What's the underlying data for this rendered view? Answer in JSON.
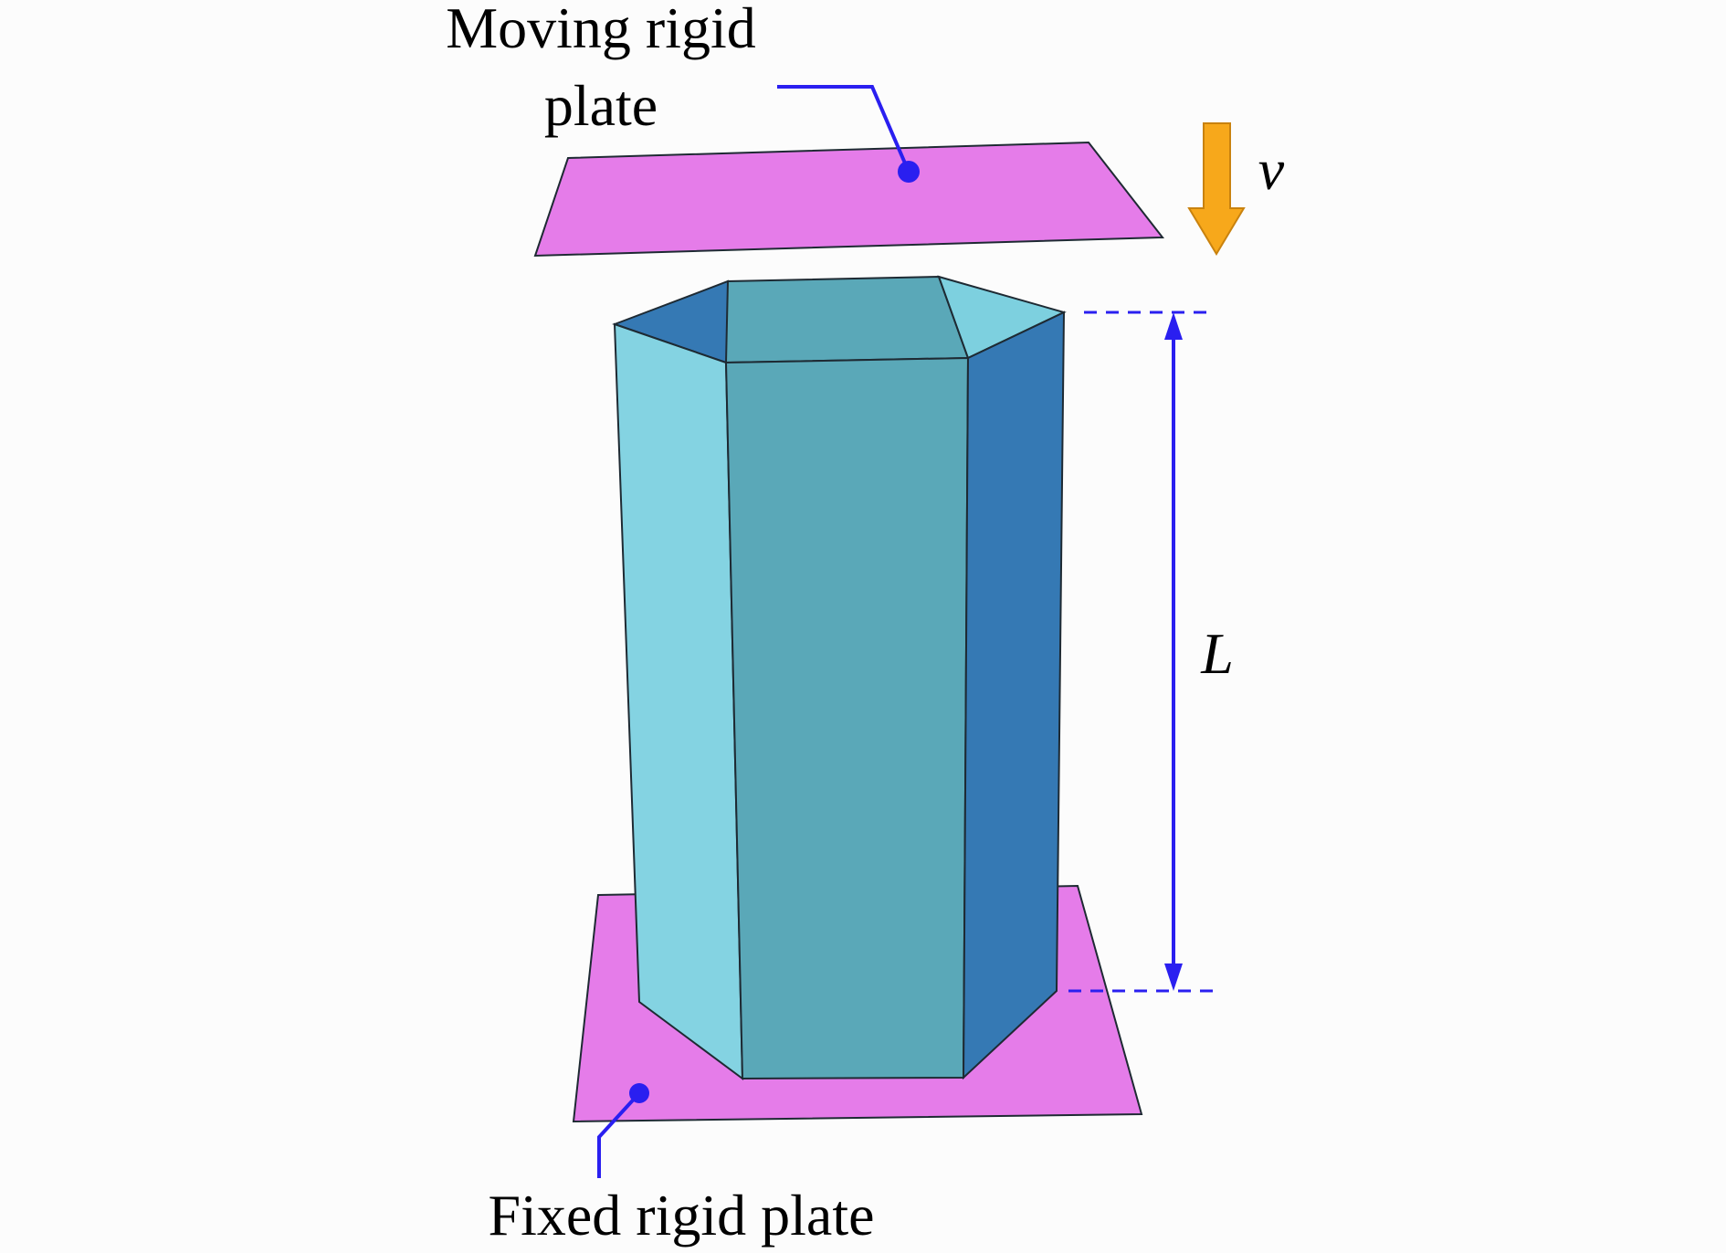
{
  "labels": {
    "moving_plate_line1": "Moving rigid",
    "moving_plate_line2": "plate",
    "fixed_plate": "Fixed rigid plate",
    "velocity_symbol": "v",
    "length_symbol": "L"
  },
  "colors": {
    "plate_fill": "#e57ce9",
    "tube_light_face": "#84d3e2",
    "tube_mid_face": "#5aa8b8",
    "tube_dark_face": "#3579b4",
    "tube_right_light_face": "#7dd0df",
    "annotation_line": "#2a1ff0",
    "velocity_arrow": "#f7a81b",
    "outline": "#1e2a33"
  }
}
